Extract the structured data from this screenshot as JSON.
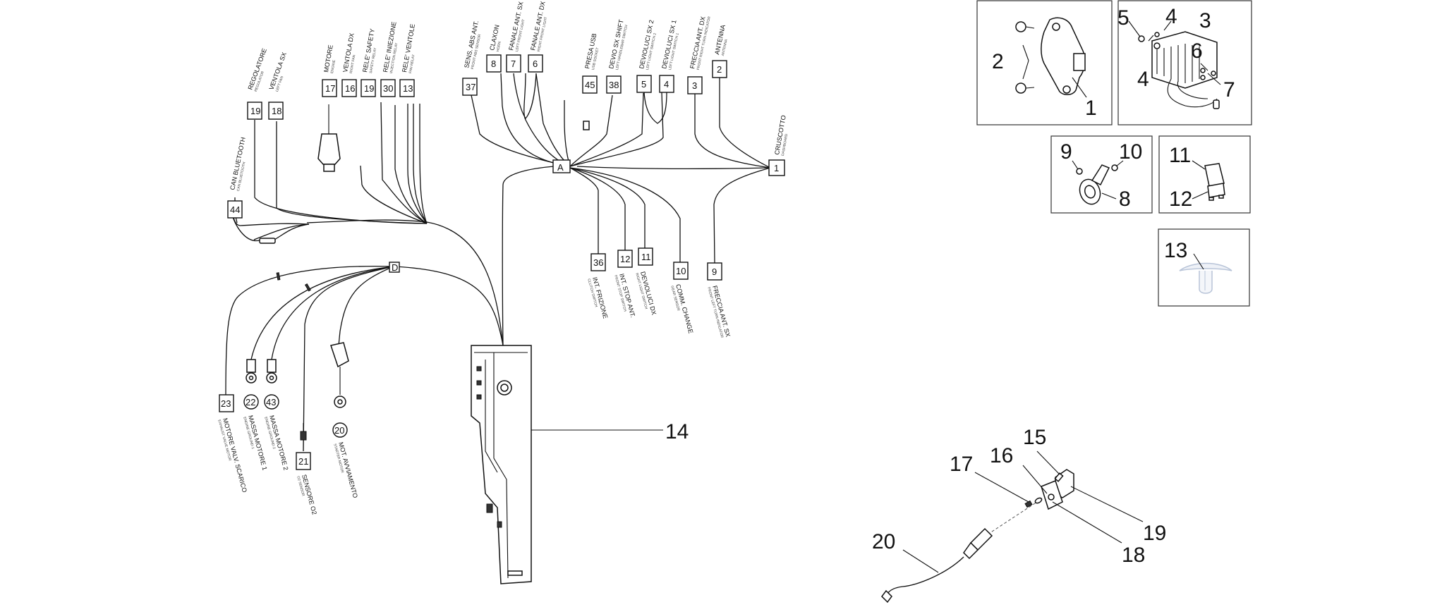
{
  "callouts": {
    "c1": "1",
    "c2": "2",
    "c3": "3",
    "c4a": "4",
    "c4b": "4",
    "c5": "5",
    "c6": "6",
    "c7": "7",
    "c8": "8",
    "c9": "9",
    "c10": "10",
    "c11": "11",
    "c12": "12",
    "c13": "13",
    "c14": "14",
    "c15": "15",
    "c16": "16",
    "c17": "17",
    "c18": "18",
    "c19": "19",
    "c20": "20"
  },
  "junctions": {
    "A": "A",
    "D": "D",
    "one": "1"
  },
  "connectors_top": [
    {
      "num": "19",
      "label": "REGOLATORE",
      "sub": "REGULATOR"
    },
    {
      "num": "18",
      "label": "VENTOLA SX",
      "sub": "LEFT FAN"
    },
    {
      "num": "17",
      "label": "MOTORE",
      "sub": "ENGINE"
    },
    {
      "num": "16",
      "label": "VENTOLA DX",
      "sub": "RIGHT FAN"
    },
    {
      "num": "19",
      "label": "RELE' SAFETY",
      "sub": "SAFETY RELAY"
    },
    {
      "num": "30",
      "label": "RELE' INIEZIONE",
      "sub": "INJECTION RELAY"
    },
    {
      "num": "13",
      "label": "RELE' VENTOLE",
      "sub": "FAN RELAY"
    },
    {
      "num": "37",
      "label": "SENS. ABS ANT.",
      "sub": "FRONT ABS SENSOR"
    },
    {
      "num": "8",
      "label": "CLAXON",
      "sub": "HORN"
    },
    {
      "num": "7",
      "label": "FANALE ANT. SX",
      "sub": "LEFT FRONT LIGHT"
    },
    {
      "num": "6",
      "label": "FANALE ANT. DX",
      "sub": "RIGHT FRONT LIGHT"
    },
    {
      "num": "45",
      "label": "PRESA USB",
      "sub": "USB SOCKET"
    },
    {
      "num": "38",
      "label": "DEVIO SX SHIFT",
      "sub": "LEFT HANDLEBAR SWITCH"
    },
    {
      "num": "5",
      "label": "DEVIOLUCI SX 2",
      "sub": "LEFT LIGHT SWITCH 2"
    },
    {
      "num": "4",
      "label": "DEVIOLUCI SX 1",
      "sub": "LEFT LIGHT SWITCH 1"
    },
    {
      "num": "3",
      "label": "FRECCIA ANT. DX",
      "sub": "FRONT RIGHT TURN INDICATOR"
    },
    {
      "num": "2",
      "label": "ANTENNA",
      "sub": "ANTENNA"
    }
  ],
  "connectors_left": [
    {
      "num": "44",
      "label": "CAN BLUETOOTH",
      "sub": "CAN BLUETOOTH"
    }
  ],
  "connectors_right": [
    {
      "num": "36",
      "label": "INT. FRIZIONE",
      "sub": "CLUTCH SWITCH"
    },
    {
      "num": "12",
      "label": "INT. STOP ANT.",
      "sub": "FRONT STOP SWITCH"
    },
    {
      "num": "11",
      "label": "DEVIOLUCI DX",
      "sub": "RIGHT LIGHT SWITCH"
    },
    {
      "num": "10",
      "label": "COMM. CHANGE",
      "sub": "GEAR SENSOR"
    },
    {
      "num": "9",
      "label": "FRECCIA ANT. SX",
      "sub": "FRONT LEFT TURN INDICATOR"
    }
  ],
  "connectors_bottom": [
    {
      "num": "23",
      "label": "MOTORE VALV. SCARICO",
      "sub": "EXHAUST VALVE MOTOR"
    },
    {
      "num": "22",
      "label": "MASSA MOTORE 1",
      "sub": "ENGINE GROUND 1"
    },
    {
      "num": "43",
      "label": "MASSA MOTORE 2",
      "sub": "ENGINE GROUND 2"
    },
    {
      "num": "21",
      "label": "SENSORE O2",
      "sub": "O2 SENSOR"
    },
    {
      "num": "20",
      "label": "MOT. AVVIAMENTO",
      "sub": "STARTER MOTOR"
    }
  ],
  "cruscotto": {
    "label": "CRUSCOTTO",
    "sub": "DASHBOARD"
  },
  "colors": {
    "line": "#111111",
    "panel_border": "#333333",
    "background": "#ffffff",
    "ghost_part": "#b8c4d8"
  },
  "icons": [
    "voltage-regulator-icon",
    "relay-icon",
    "horn-icon",
    "fuse-icon",
    "rivet-clip-icon",
    "wiring-harness-icon",
    "lambda-sensor-icon"
  ]
}
